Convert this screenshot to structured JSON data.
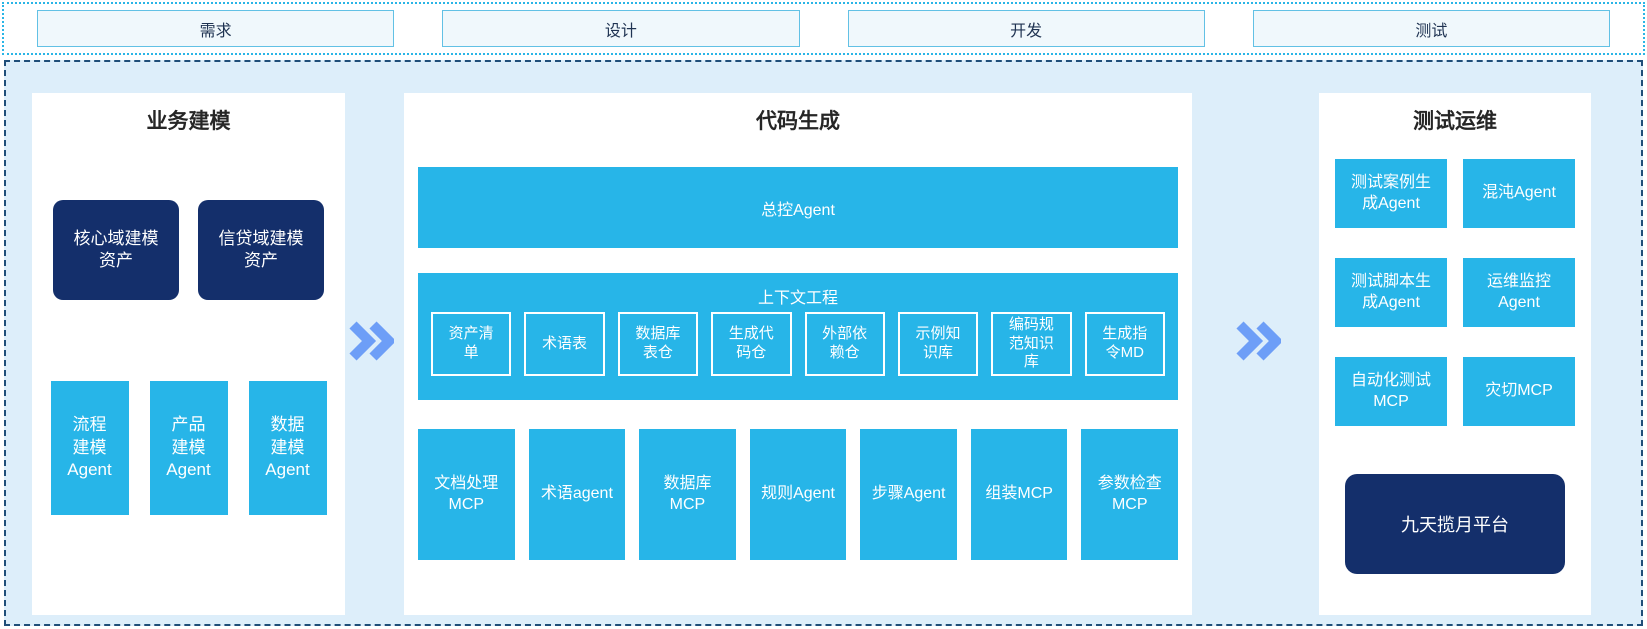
{
  "colors": {
    "cyan": "#27b5e8",
    "navy": "#142f6b",
    "container_bg": "#ddeefa",
    "container_border": "#1f4e79",
    "strip_border": "#2ab5e6",
    "stage_box_bg": "#f0f8fc",
    "stage_box_border": "#62c1e5",
    "stage_text": "#1f3352",
    "arrow": "#6d9ef7"
  },
  "icons": {
    "flow_arrow": "double-chevron-right"
  },
  "stages": [
    "需求",
    "设计",
    "开发",
    "测试"
  ],
  "business_modeling": {
    "title": "业务建模",
    "assets": [
      "核心域建模\n资产",
      "信贷域建模\n资产"
    ],
    "agents": [
      "流程\n建模\nAgent",
      "产品\n建模\nAgent",
      "数据\n建模\nAgent"
    ]
  },
  "code_generation": {
    "title": "代码生成",
    "master_agent": "总控Agent",
    "context_engineering": {
      "title": "上下文工程",
      "items": [
        "资产清\n单",
        "术语表",
        "数据库\n表仓",
        "生成代\n码仓",
        "外部依\n赖仓",
        "示例知\n识库",
        "编码规\n范知识\n库",
        "生成指\n令MD"
      ]
    },
    "mcp_agents": [
      "文档处理\nMCP",
      "术语agent",
      "数据库\nMCP",
      "规则Agent",
      "步骤Agent",
      "组装MCP",
      "参数检查\nMCP"
    ]
  },
  "test_ops": {
    "title": "测试运维",
    "boxes": [
      "测试案例生\n成Agent",
      "混沌Agent",
      "测试脚本生\n成Agent",
      "运维监控\nAgent",
      "自动化测试\nMCP",
      "灾切MCP"
    ],
    "platform": "九天揽月平台"
  }
}
